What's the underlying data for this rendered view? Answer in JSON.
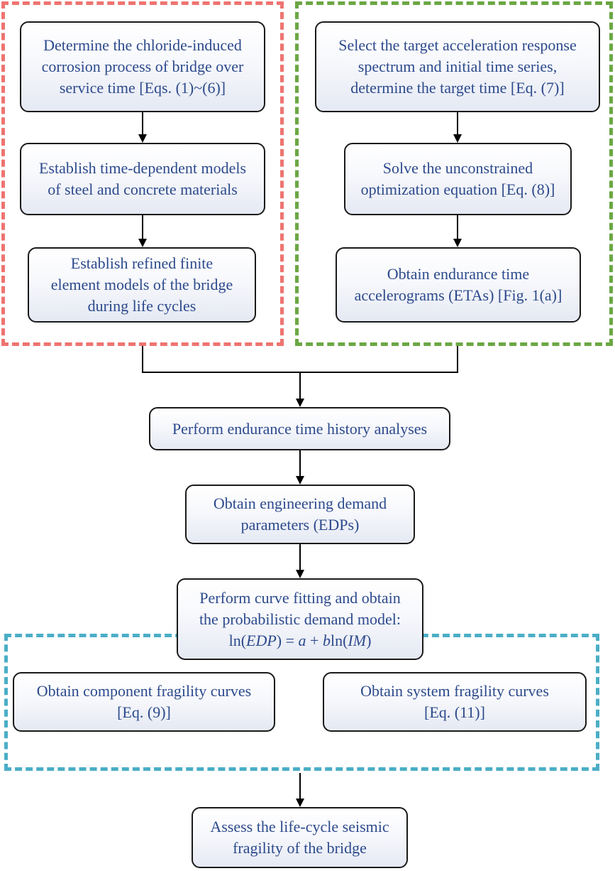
{
  "groups": {
    "left": {
      "color": "#EE7470",
      "steps": [
        [
          "Determine the chloride-induced",
          "corrosion process of bridge over",
          "service time [Eqs. (1)~(6)]"
        ],
        [
          "Establish time-dependent models",
          "of steel and concrete materials"
        ],
        [
          "Establish refined finite",
          "element models of the bridge",
          "during life cycles"
        ]
      ]
    },
    "right": {
      "color": "#6BA744",
      "steps": [
        [
          "Select the target acceleration response",
          "spectrum and initial time series,",
          "determine the target time [Eq. (7)]"
        ],
        [
          "Solve the unconstrained",
          "optimization equation [Eq. (8)]"
        ],
        [
          "Obtain endurance time",
          "accelerograms (ETAs) [Fig. 1(a)]"
        ]
      ]
    },
    "bottom": {
      "color": "#4BAEC6",
      "steps": [
        [
          "Obtain component fragility curves",
          "[Eq. (9)]"
        ],
        [
          "Obtain system fragility curves",
          "[Eq. (11)]"
        ]
      ]
    }
  },
  "main_steps": [
    [
      "Perform endurance time history analyses"
    ],
    [
      "Obtain engineering demand",
      "parameters (EDPs)"
    ],
    [
      "Perform curve fitting and obtain",
      "the probabilistic demand model:"
    ],
    [
      "Assess the life-cycle seismic",
      "fragility of the bridge"
    ]
  ],
  "formula": {
    "ln_open": "ln(",
    "edp": "EDP",
    "mid": ") = ",
    "a": "a",
    "plus": " + ",
    "b": "b",
    "ln2": "ln(",
    "im": "IM",
    "close": ")"
  },
  "style": {
    "text_color": "#2c4a8c",
    "box_border": "#1a1a1a"
  }
}
